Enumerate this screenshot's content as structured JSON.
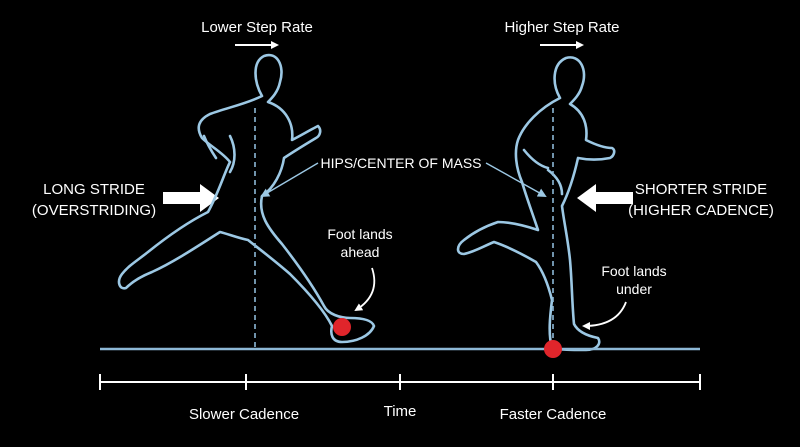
{
  "left": {
    "step_rate": "Lower Step Rate",
    "stride_line1": "LONG STRIDE",
    "stride_line2": "(OVERSTRIDING)",
    "foot_line1": "Foot lands",
    "foot_line2": "ahead",
    "cadence": "Slower Cadence"
  },
  "right": {
    "step_rate": "Higher Step Rate",
    "stride_line1": "SHORTER STRIDE",
    "stride_line2": "(HIGHER CADENCE)",
    "foot_line1": "Foot lands",
    "foot_line2": "under",
    "cadence": "Faster Cadence"
  },
  "center_label": "HIPS/CENTER OF MASS",
  "axis_label": "Time",
  "colors": {
    "background": "#000000",
    "outline": "#9cc8e4",
    "foot_marker": "#e0252b",
    "text": "#ffffff"
  }
}
